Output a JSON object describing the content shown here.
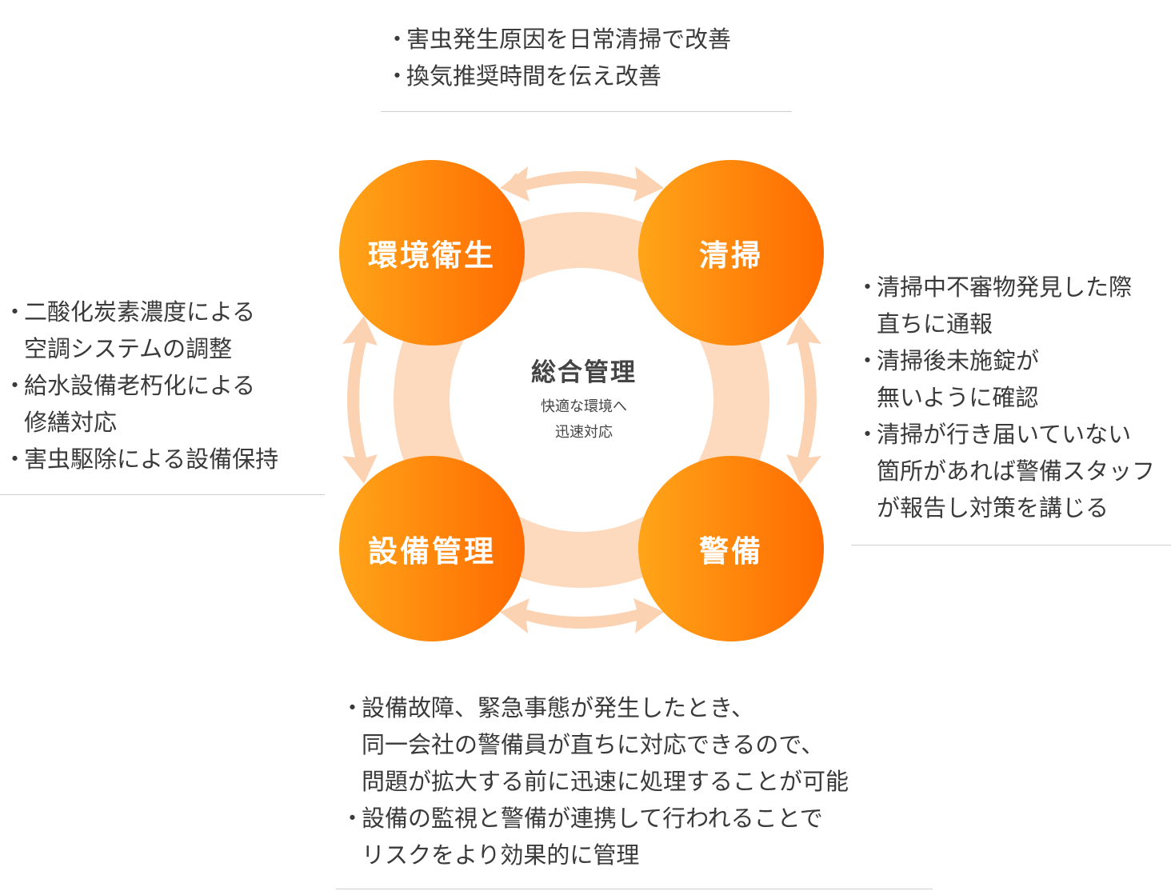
{
  "colors": {
    "accent_start": "#ffa519",
    "accent_end": "#ff6a00",
    "ring": "#fdd9bd",
    "arrow": "#fcd3b2"
  },
  "center": {
    "title": "総合管理",
    "subtitle": "快適な環境へ\n迅速対応"
  },
  "nodes": {
    "environment": "環境衛生",
    "cleaning": "清掃",
    "facility": "設備管理",
    "security": "警備"
  },
  "notes": {
    "top": [
      "害虫発生原因を日常清掃で改善",
      "換気推奨時間を伝え改善"
    ],
    "left": [
      "二酸化炭素濃度による\n空調システムの調整",
      "給水設備老朽化による\n修繕対応",
      "害虫駆除による設備保持"
    ],
    "right": [
      "清掃中不審物発見した際\n直ちに通報",
      "清掃後未施錠が\n無いように確認",
      "清掃が行き届いていない\n箇所があれば警備スタッフ\nが報告し対策を講じる"
    ],
    "bottom": [
      "設備故障、緊急事態が発生したとき、\n同一会社の警備員が直ちに対応できるので、\n問題が拡大する前に迅速に処理することが可能",
      "設備の監視と警備が連携して行われることで\nリスクをより効果的に管理"
    ]
  },
  "bullet": "・"
}
